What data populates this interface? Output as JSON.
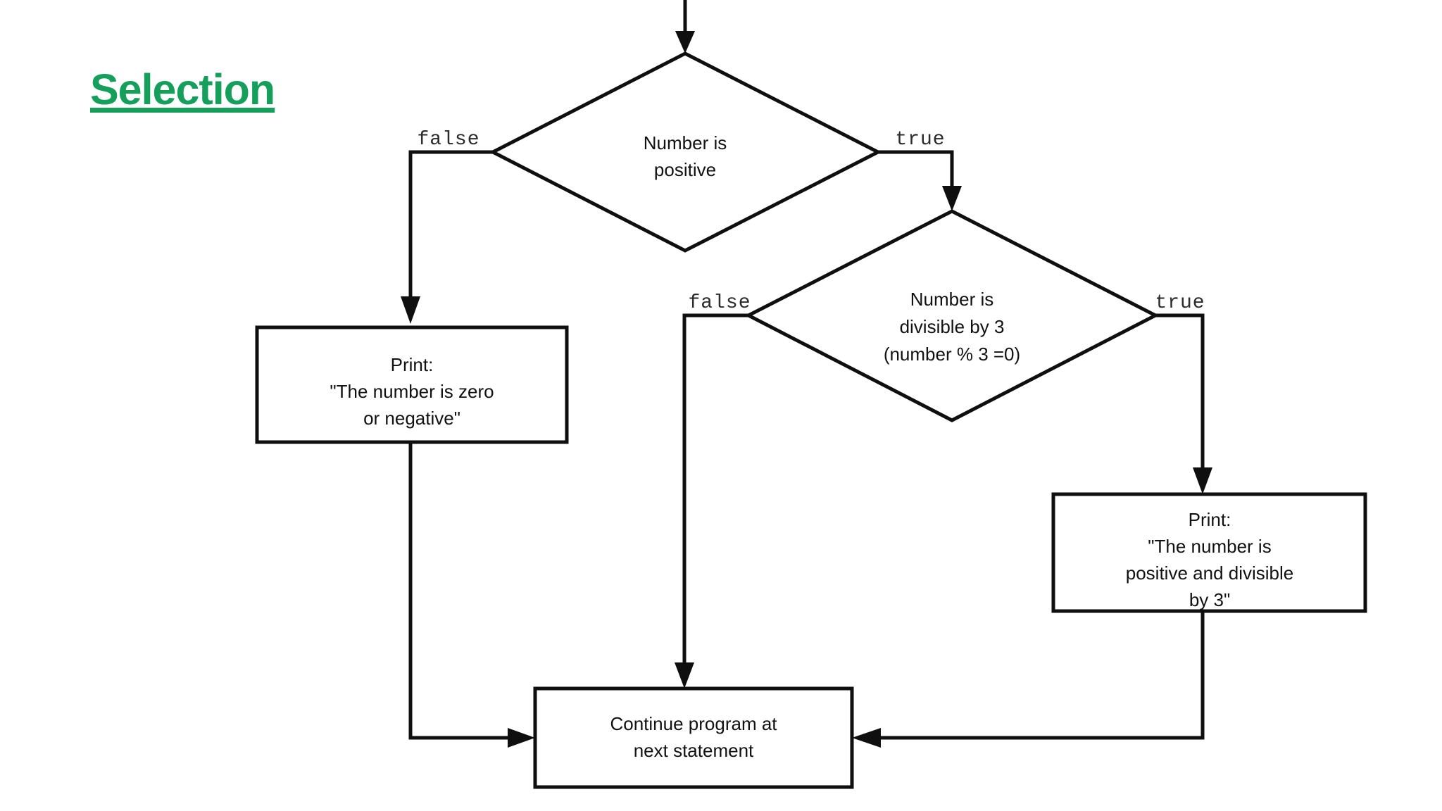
{
  "slide": {
    "title": "Selection",
    "background_color": "#ffffff",
    "title_color": "#14a05a"
  },
  "diagram": {
    "type": "flowchart",
    "line_color": "#0f0f0f",
    "nodes": {
      "decision_positive": {
        "shape": "diamond",
        "line1": "Number is",
        "line2": "positive"
      },
      "decision_divisible": {
        "shape": "diamond",
        "line1": "Number is",
        "line2": "divisible by 3",
        "line3": "(number % 3 =0)"
      },
      "print_zero_or_negative": {
        "shape": "rectangle",
        "line1": "Print:",
        "line2": "\"The number is zero",
        "line3": "or negative\""
      },
      "print_positive_divisible": {
        "shape": "rectangle",
        "line1": "Print:",
        "line2": "\"The number is",
        "line3": "positive and divisible",
        "line4": "by 3\""
      },
      "continue_program": {
        "shape": "rectangle",
        "line1": "Continue program at",
        "line2": "next statement"
      }
    },
    "edge_labels": {
      "positive_false": "false",
      "positive_true": "true",
      "divisible_false": "false",
      "divisible_true": "true"
    }
  }
}
